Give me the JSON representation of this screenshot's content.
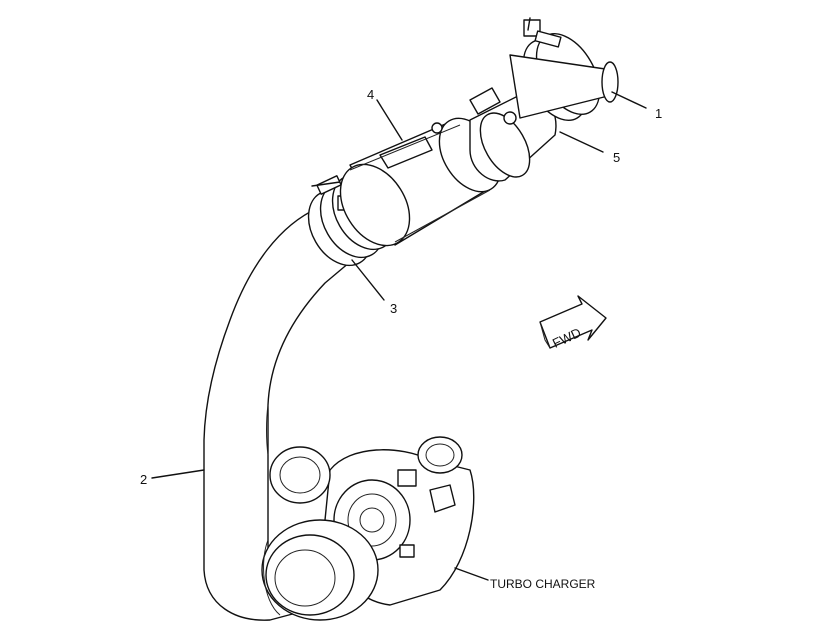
{
  "diagram": {
    "callouts": [
      {
        "id": "c1",
        "text": "1"
      },
      {
        "id": "c2",
        "text": "2"
      },
      {
        "id": "c3",
        "text": "3"
      },
      {
        "id": "c4",
        "text": "4"
      },
      {
        "id": "c5",
        "text": "5"
      }
    ],
    "turbo_label": "TURBO CHARGER",
    "direction_label": "FWD"
  }
}
